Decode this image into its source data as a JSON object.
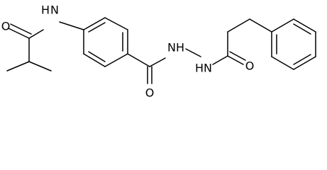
{
  "molecule": {
    "atom_labels": {
      "carbonyl_oxygen_left": "O",
      "amide_nitrogen": "N",
      "amide_hydrogen": "H",
      "carbonyl_oxygen_middle": "O",
      "hydrazide_nitrogen_1": "N",
      "hydrazide_hydrogen_1": "H",
      "hydrazide_nitrogen_2": "N",
      "hydrazide_hydrogen_2": "H",
      "carbonyl_oxygen_right": "O"
    },
    "colors": {
      "bond": "#000000",
      "label": "#000000",
      "background": "#ffffff"
    }
  }
}
